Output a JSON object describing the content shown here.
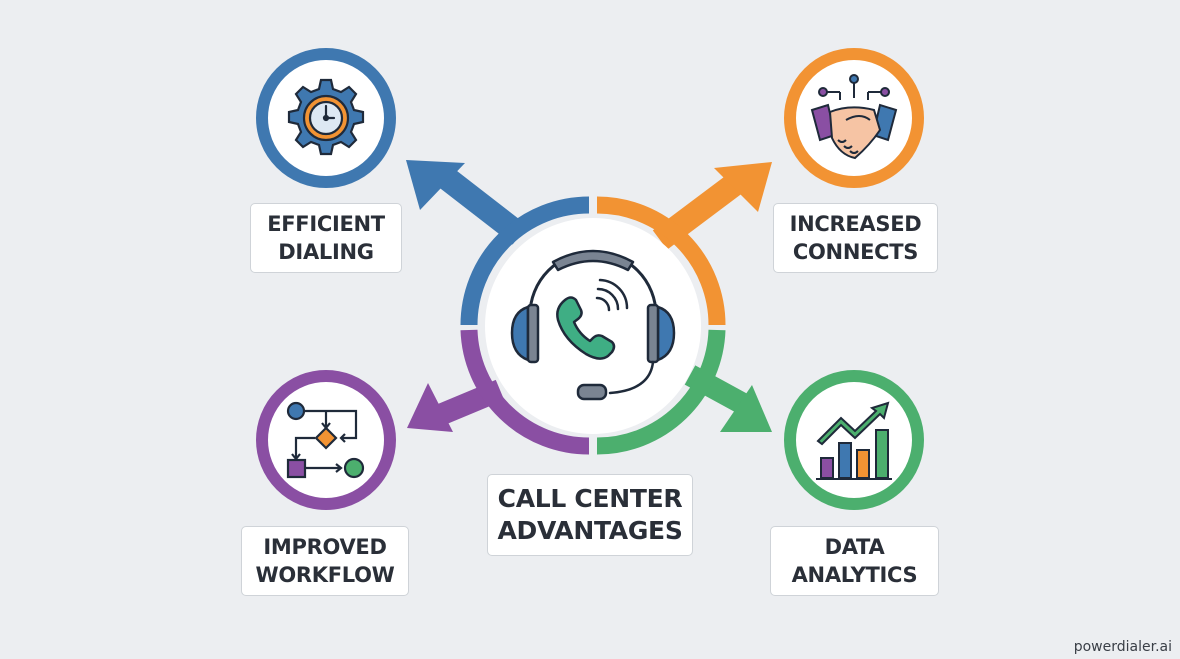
{
  "title": {
    "line1": "CALL CENTER",
    "line2": "ADVANTAGES"
  },
  "nodes": [
    {
      "id": "efficient-dialing",
      "line1": "EFFICIENT",
      "line2": "DIALING",
      "color": "#3f78b0",
      "icon": "gear-clock-icon",
      "position": "top-left"
    },
    {
      "id": "increased-connects",
      "line1": "INCREASED",
      "line2": "CONNECTS",
      "color": "#f29333",
      "icon": "handshake-icon",
      "position": "top-right"
    },
    {
      "id": "improved-workflow",
      "line1": "IMPROVED",
      "line2": "WORKFLOW",
      "color": "#8a4fa3",
      "icon": "flowchart-icon",
      "position": "bottom-left"
    },
    {
      "id": "data-analytics",
      "line1": "DATA",
      "line2": "ANALYTICS",
      "color": "#4caf6e",
      "icon": "growth-chart-icon",
      "position": "bottom-right"
    }
  ],
  "center": {
    "icon": "headset-phone-icon"
  },
  "colors": {
    "background": "#eceef1",
    "text": "#2a2f38",
    "blue": "#3f78b0",
    "orange": "#f29333",
    "purple": "#8a4fa3",
    "green": "#4caf6e",
    "outline": "#1f2a3a"
  },
  "watermark": "powerdialer.ai"
}
